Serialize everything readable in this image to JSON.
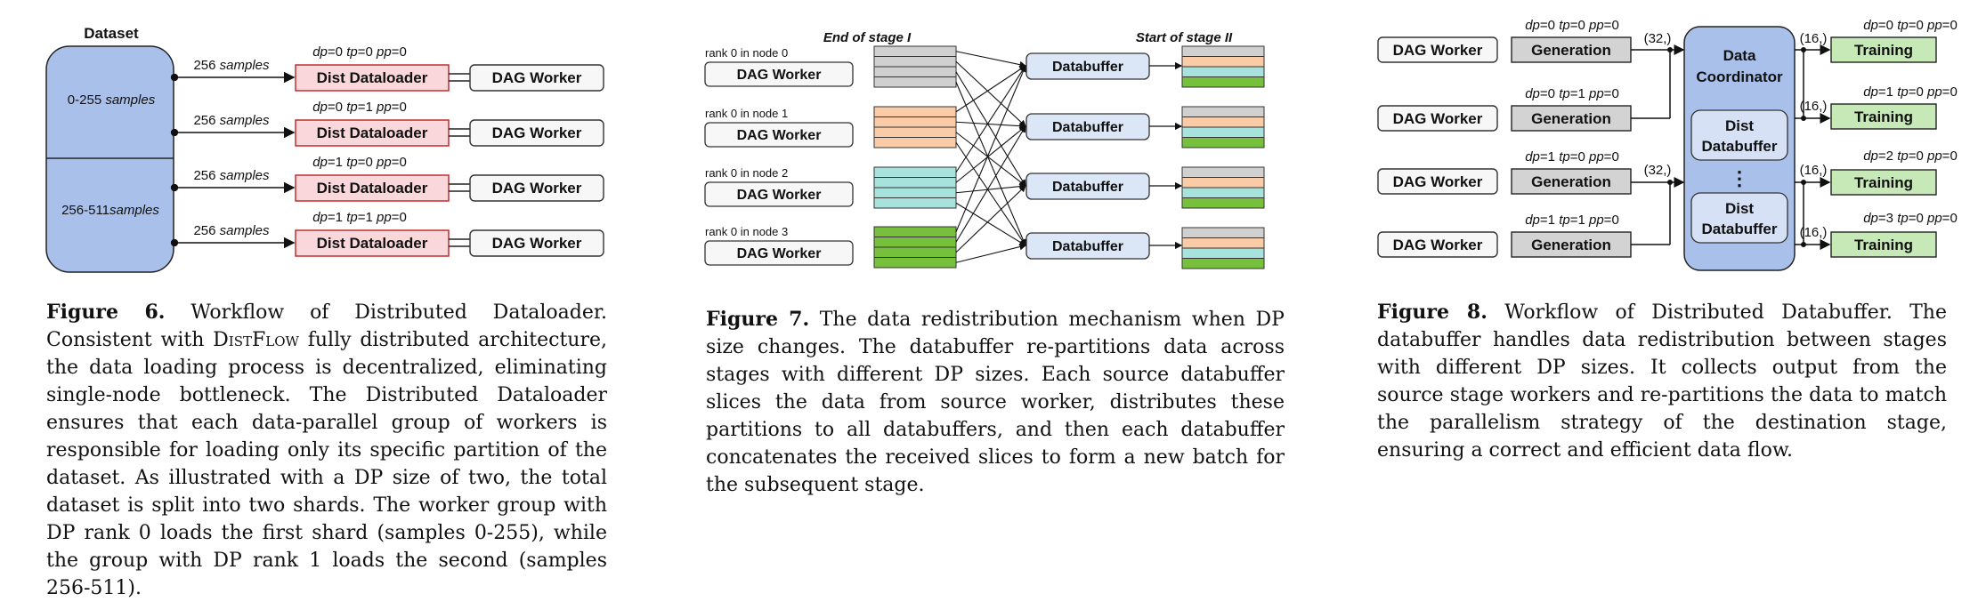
{
  "fig6": {
    "dataset_title": "Dataset",
    "shard1_range": "0-255",
    "shard1_unit": "samples",
    "shard2_range": "256-511",
    "shard2_unit": "samples",
    "rows": [
      {
        "count": "256",
        "unit": "samples",
        "dp": "0",
        "tp": "0",
        "pp": "0",
        "loader": "Dist Dataloader",
        "worker": "DAG Worker"
      },
      {
        "count": "256",
        "unit": "samples",
        "dp": "0",
        "tp": "1",
        "pp": "0",
        "loader": "Dist Dataloader",
        "worker": "DAG Worker"
      },
      {
        "count": "256",
        "unit": "samples",
        "dp": "1",
        "tp": "0",
        "pp": "0",
        "loader": "Dist Dataloader",
        "worker": "DAG Worker"
      },
      {
        "count": "256",
        "unit": "samples",
        "dp": "1",
        "tp": "1",
        "pp": "0",
        "loader": "Dist Dataloader",
        "worker": "DAG Worker"
      }
    ],
    "caption": {
      "label": "Figure 6.",
      "t1": " Workflow of Distributed Dataloader. Consistent with ",
      "name": "DistFlow",
      "t2": " fully distributed architecture, the data loading process is decentralized, eliminating single-node bottleneck. The Distributed Dataloader ensures that each data-parallel group of workers is responsible for loading only its specific partition of the dataset. As illustrated with a DP size of two, the total dataset is split into two shards. The worker group with DP rank 0 loads the first shard (samples 0-255), while the group with DP rank 1 loads the second (samples 256-511)."
    }
  },
  "fig7": {
    "stage1_label": "End of stage I",
    "stage2_label": "Start of stage II",
    "workers": [
      {
        "rank": "rank 0 in node 0",
        "label": "DAG Worker"
      },
      {
        "rank": "rank 0 in node 1",
        "label": "DAG Worker"
      },
      {
        "rank": "rank 0 in node 2",
        "label": "DAG Worker"
      },
      {
        "rank": "rank 0 in node 3",
        "label": "DAG Worker"
      }
    ],
    "databuffers": [
      "Databuffer",
      "Databuffer",
      "Databuffer",
      "Databuffer"
    ],
    "colors": {
      "gray": "#d0d0d0",
      "orange": "#f9cba6",
      "teal": "#a7e3dc",
      "green": "#77c03c"
    },
    "caption": {
      "label": "Figure 7.",
      "text": " The data redistribution mechanism when DP size changes. The databuffer re-partitions data across stages with different DP sizes. Each source databuffer slices the data from source worker, distributes these partitions to all databuffers, and then each databuffer concatenates the received slices to form a new batch for the subsequent stage."
    }
  },
  "fig8": {
    "workers": [
      "DAG Worker",
      "DAG Worker",
      "DAG Worker",
      "DAG Worker"
    ],
    "generation": [
      {
        "dp": "0",
        "tp": "0",
        "pp": "0",
        "label": "Generation"
      },
      {
        "dp": "0",
        "tp": "1",
        "pp": "0",
        "label": "Generation"
      },
      {
        "dp": "1",
        "tp": "0",
        "pp": "0",
        "label": "Generation"
      },
      {
        "dp": "1",
        "tp": "1",
        "pp": "0",
        "label": "Generation"
      }
    ],
    "in_shape_1": "(32,)",
    "in_shape_2": "(32,)",
    "coordinator": {
      "line1": "Data",
      "line2": "Coordinator"
    },
    "dist_databuffer": {
      "line1": "Dist",
      "line2": "Databuffer"
    },
    "ellipsis": "⋮",
    "training": [
      {
        "shape": "(16,)",
        "dp": "0",
        "tp": "0",
        "pp": "0",
        "label": "Training"
      },
      {
        "shape": "(16,)",
        "dp": "1",
        "tp": "0",
        "pp": "0",
        "label": "Training"
      },
      {
        "shape": "(16,)",
        "dp": "2",
        "tp": "0",
        "pp": "0",
        "label": "Training"
      },
      {
        "shape": "(16,)",
        "dp": "3",
        "tp": "0",
        "pp": "0",
        "label": "Training"
      }
    ],
    "caption": {
      "label": "Figure 8.",
      "text": " Workflow of Distributed Databuffer. The databuffer handles data redistribution between stages with different DP sizes. It collects output from the source stage workers and re-partitions the data to match the parallelism strategy of the destination stage, ensuring a correct and efficient data flow."
    }
  }
}
